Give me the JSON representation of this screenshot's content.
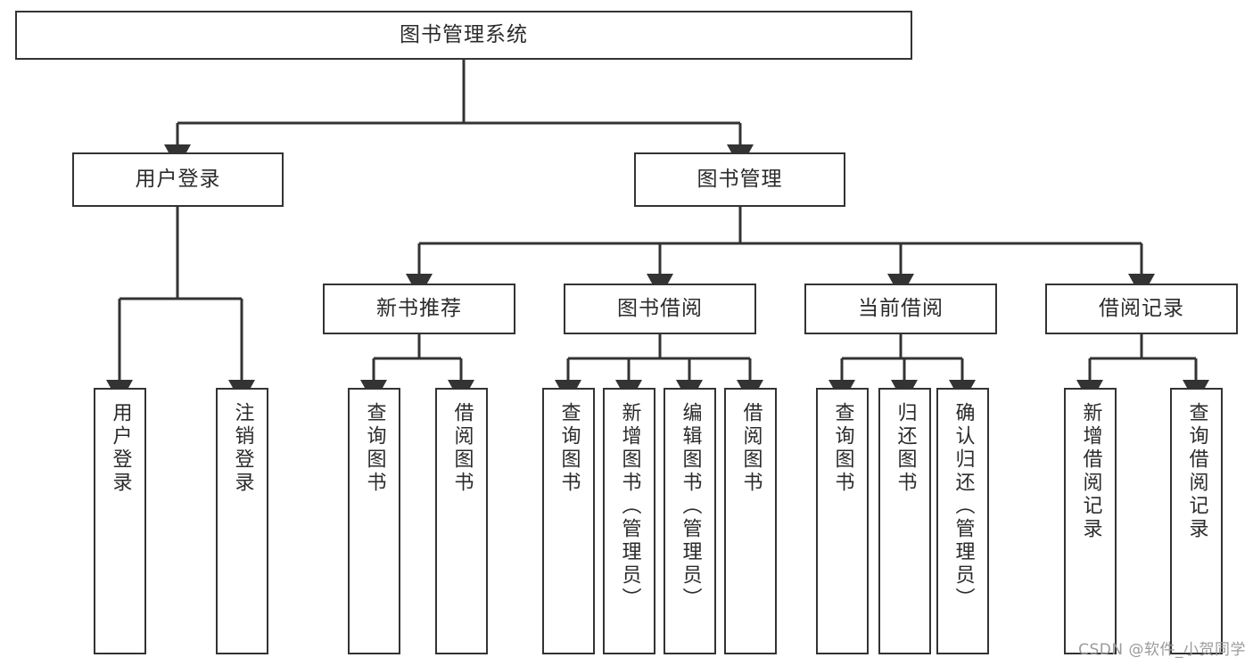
{
  "diagram": {
    "title": "图书管理系统",
    "type": "tree-hierarchy",
    "root": {
      "label": "图书管理系统"
    },
    "level2": [
      {
        "label": "用户登录"
      },
      {
        "label": "图书管理"
      }
    ],
    "level3": [
      {
        "label": "新书推荐"
      },
      {
        "label": "图书借阅"
      },
      {
        "label": "当前借阅"
      },
      {
        "label": "借阅记录"
      }
    ],
    "leaves": {
      "user_login": [
        {
          "label": "用户登录"
        },
        {
          "label": "注销登录"
        }
      ],
      "new_book_recommend": [
        {
          "label": "查询图书"
        },
        {
          "label": "借阅图书"
        }
      ],
      "book_borrow": [
        {
          "label": "查询图书"
        },
        {
          "label": "新增图书（管理员）"
        },
        {
          "label": "编辑图书（管理员）"
        },
        {
          "label": "借阅图书"
        }
      ],
      "current_borrow": [
        {
          "label": "查询图书"
        },
        {
          "label": "归还图书"
        },
        {
          "label": "确认归还（管理员）"
        }
      ],
      "borrow_record": [
        {
          "label": "新增借阅记录"
        },
        {
          "label": "查询借阅记录"
        }
      ]
    }
  },
  "watermark": {
    "text": "CSDN @软件_小贺同学"
  },
  "colors": {
    "stroke": "#333333",
    "fill": "#ffffff",
    "text": "#2b2b2b",
    "watermark": "#9b9b9b"
  }
}
